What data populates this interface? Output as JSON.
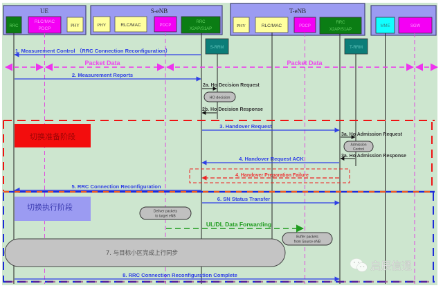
{
  "entities": {
    "ue": {
      "title": "UE",
      "blocks": [
        "RRC",
        "RLC/MAC\nPDCP",
        "PHY"
      ]
    },
    "senb": {
      "title": "S-eNB",
      "blocks": [
        "PHY",
        "RLC/MAC",
        "PDCP",
        "RRC\nX2AP/S1AP"
      ]
    },
    "tenb": {
      "title": "T-eNB",
      "blocks": [
        "PHY",
        "RLC/MAC",
        "PDCP",
        "RRC\nX2AP/S1AP"
      ]
    },
    "core": {
      "title": "",
      "blocks": [
        "MME",
        "SGW"
      ]
    }
  },
  "rrm": {
    "source": "S-RRM",
    "target": "T-RRM"
  },
  "packet_data": [
    "Packet Data",
    "Packet Data"
  ],
  "messages": {
    "m1": "1. Measurement Control （RRC Connection Reconfiguration）",
    "m2": "2. Measurement Reports",
    "m2a": "2a. Ho Decision Request",
    "ho_decision": "HO decision",
    "m2b": "2b. Ho Decision Response",
    "m3": "3. Handover Request",
    "m3a_req": "3a. Ho Admission Request",
    "admission_control": "Admission\nControl",
    "m3a_resp": "3a. Ho Admission Response",
    "m4": "4. Handover Request ACK",
    "m4_fail": "4. Handover Preparation Failure",
    "m5": "5. RRC Connection Reconfiguration",
    "m6": "6. SN Status Transfer",
    "deliver": "Deliver packets\nto target eNB",
    "forwarding": "UL/DL Data Forwarding",
    "buffer": "Buffer packets\nfrom Source eNB",
    "m7": "7.  与目标小区完成上行同步",
    "m8": "8. RRC Connection Reconfiguration Complete"
  },
  "phases": {
    "preparation": "切换准备阶段",
    "execution": "切换执行阶段"
  },
  "watermark": "启辰信通",
  "colors": {
    "background": "#cde6cf",
    "entity_box": "#9b9bf2",
    "rrc_green": "#0b7d14",
    "magenta": "#f400f4",
    "phy_yellow": "#ffff9e",
    "rrm_teal": "#0c7d78",
    "mme_cyan": "#11ffff",
    "message_blue": "#3a4be0",
    "prep_red": "#f01212",
    "exec_blue": "#1d2bd8",
    "forward_green": "#1e9b1e",
    "phase_exec_box": "#9b9bf2"
  }
}
